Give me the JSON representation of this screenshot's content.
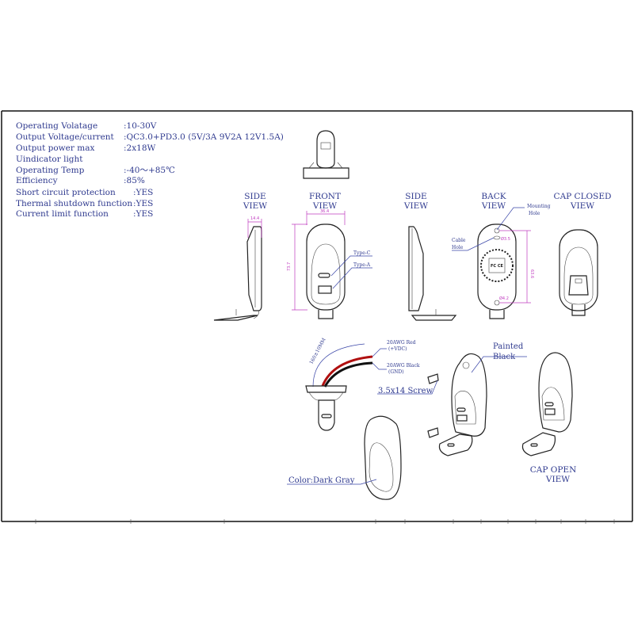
{
  "specs": [
    {
      "label": "Operating Volatage",
      "value": ":10-30V"
    },
    {
      "label": "Output Voltage/current",
      "value": ":QC3.0+PD3.0 (5V/3A 9V2A 12V1.5A)"
    },
    {
      "label": "Output power max",
      "value": ":2x18W"
    },
    {
      "label": "Uindicator light",
      "value": ""
    },
    {
      "label": "Operating Temp",
      "value": ":-40～+85℃"
    },
    {
      "label": "Efficiency",
      "value": ":85%"
    },
    {
      "label": "Short circuit protection",
      "value": ":YES"
    },
    {
      "label": "Thermal shutdown function",
      "value": ":YES"
    },
    {
      "label": "Current limit function",
      "value": ":YES"
    }
  ],
  "views": {
    "side1": [
      "SIDE",
      "VIEW"
    ],
    "front": [
      "FRONT",
      "VIEW"
    ],
    "side2": [
      "SIDE",
      "VIEW"
    ],
    "back": [
      "BACK",
      "VIEW"
    ],
    "cap_closed": [
      "CAP CLOSED",
      "VIEW"
    ],
    "cap_open": [
      "CAP OPEN",
      "VIEW"
    ]
  },
  "callouts": {
    "type_c": "Type-C",
    "type_a": "Type-A",
    "mounting_hole": [
      "Mounting",
      "Hole"
    ],
    "cable_hole": [
      "Cable",
      "Hole"
    ],
    "red_wire": [
      "20AWG Red",
      "(+VDC)"
    ],
    "black_wire": [
      "20AWG Black",
      "(GND)"
    ],
    "cable_length": "160±10MM",
    "painted": [
      "Painted",
      "Black"
    ],
    "screw": "3.5x14 Screw",
    "color": "Color:Dark Gray"
  },
  "dimensions": {
    "side_width": "14.4",
    "front_width": "36.4",
    "front_height": "73.7",
    "back_height": "63.6",
    "cable_hole_dia": "Ø3.5",
    "mount_hole_dia": "Ø4.2"
  },
  "colors": {
    "text": "#2f3a8f",
    "dimension": "#c03cc0",
    "red_wire": "#b01010"
  }
}
